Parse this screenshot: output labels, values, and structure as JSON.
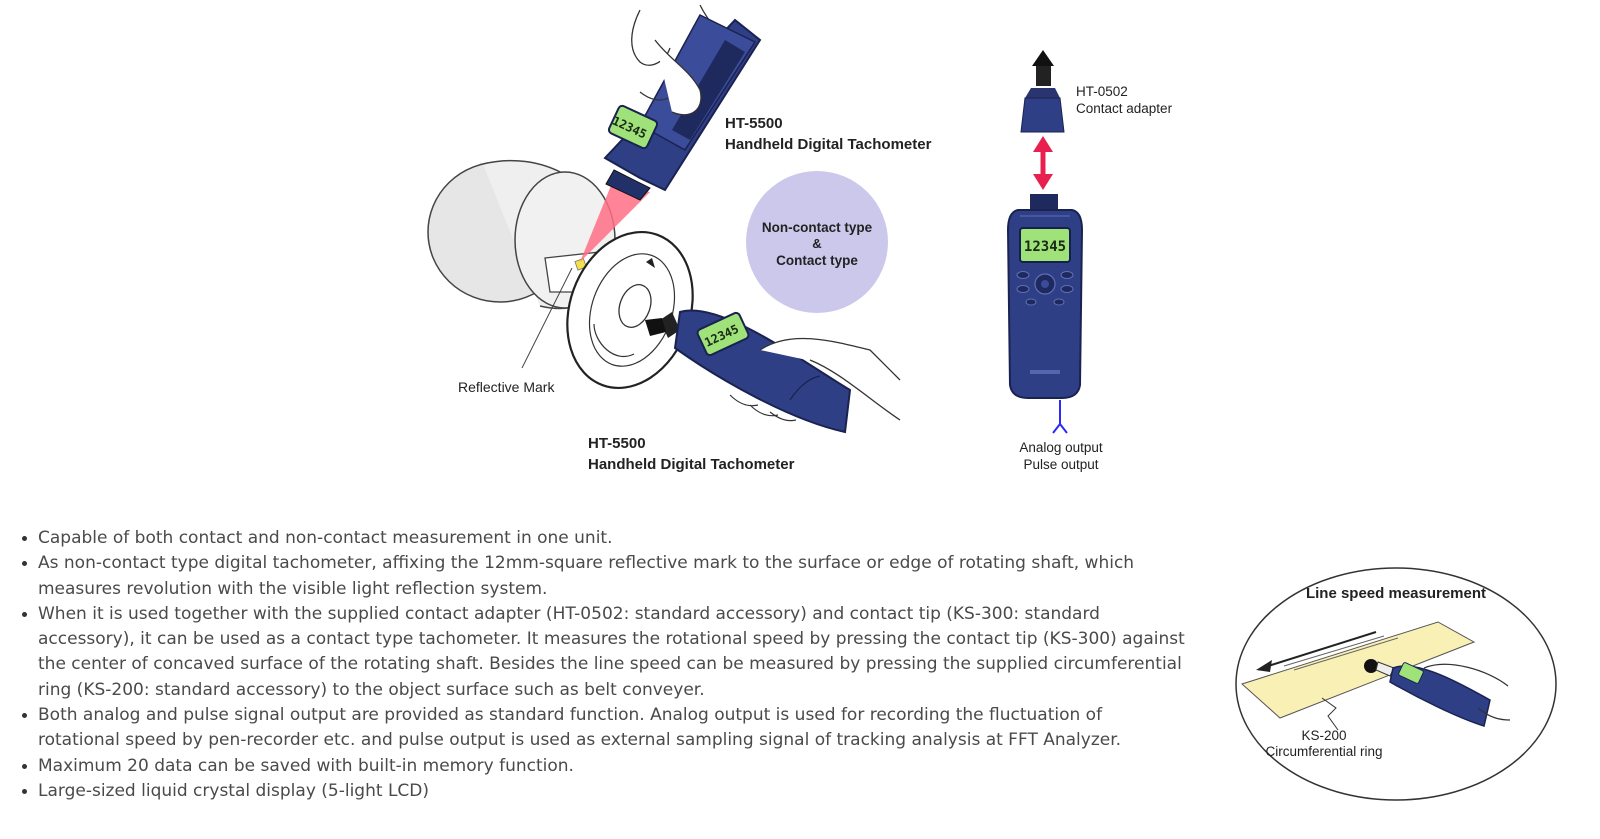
{
  "diagram": {
    "tachometer_top": {
      "model": "HT-5500",
      "name": "Handheld Digital Tachometer",
      "display": "12345"
    },
    "tachometer_bottom": {
      "model": "HT-5500",
      "name": "Handheld Digital Tachometer",
      "display": "12345"
    },
    "reflective_mark_label": "Reflective Mark",
    "mode_bubble": {
      "line1": "Non-contact type",
      "line2": "&",
      "line3": "Contact type"
    },
    "adapter": {
      "model": "HT-0502",
      "name": "Contact adapter"
    },
    "device_display": "12345",
    "outputs": {
      "line1": "Analog output",
      "line2": "Pulse output"
    },
    "colors": {
      "device_blue": "#2f3f86",
      "lcd_green": "#9fe27a",
      "bubble": "#ccc8ec",
      "arrow_red": "#e8204f",
      "laser": "#ff6f86"
    }
  },
  "features": [
    "Capable of both contact and non-contact measurement in one unit.",
    "As non-contact type digital tachometer, affixing the 12mm-square reflective mark to the surface or edge of rotating shaft, which measures revolution with the visible light reflection system.",
    "When it is used together with the supplied contact adapter (HT-0502: standard accessory) and contact tip (KS-300: standard accessory), it can be used as a contact type tachometer. It measures the rotational speed by pressing the contact tip (KS-300) against the center of concaved surface of the rotating shaft. Besides the line speed can be measured by pressing the supplied circumferential ring (KS-200: standard accessory) to the object surface such as belt conveyer.",
    "Both analog and pulse signal output are provided as standard function. Analog output is used for recording the fluctuation of rotational speed by pen-recorder etc. and pulse output is used as external sampling signal of tracking analysis at FFT Analyzer.",
    "Maximum 20 data can be saved with built-in memory function.",
    "Large-sized liquid crystal display (5-light LCD)"
  ],
  "inset": {
    "title": "Line speed measurement",
    "ring_model": "KS-200",
    "ring_name": "Circumferential ring",
    "colors": {
      "belt": "#f8f0b4"
    }
  }
}
